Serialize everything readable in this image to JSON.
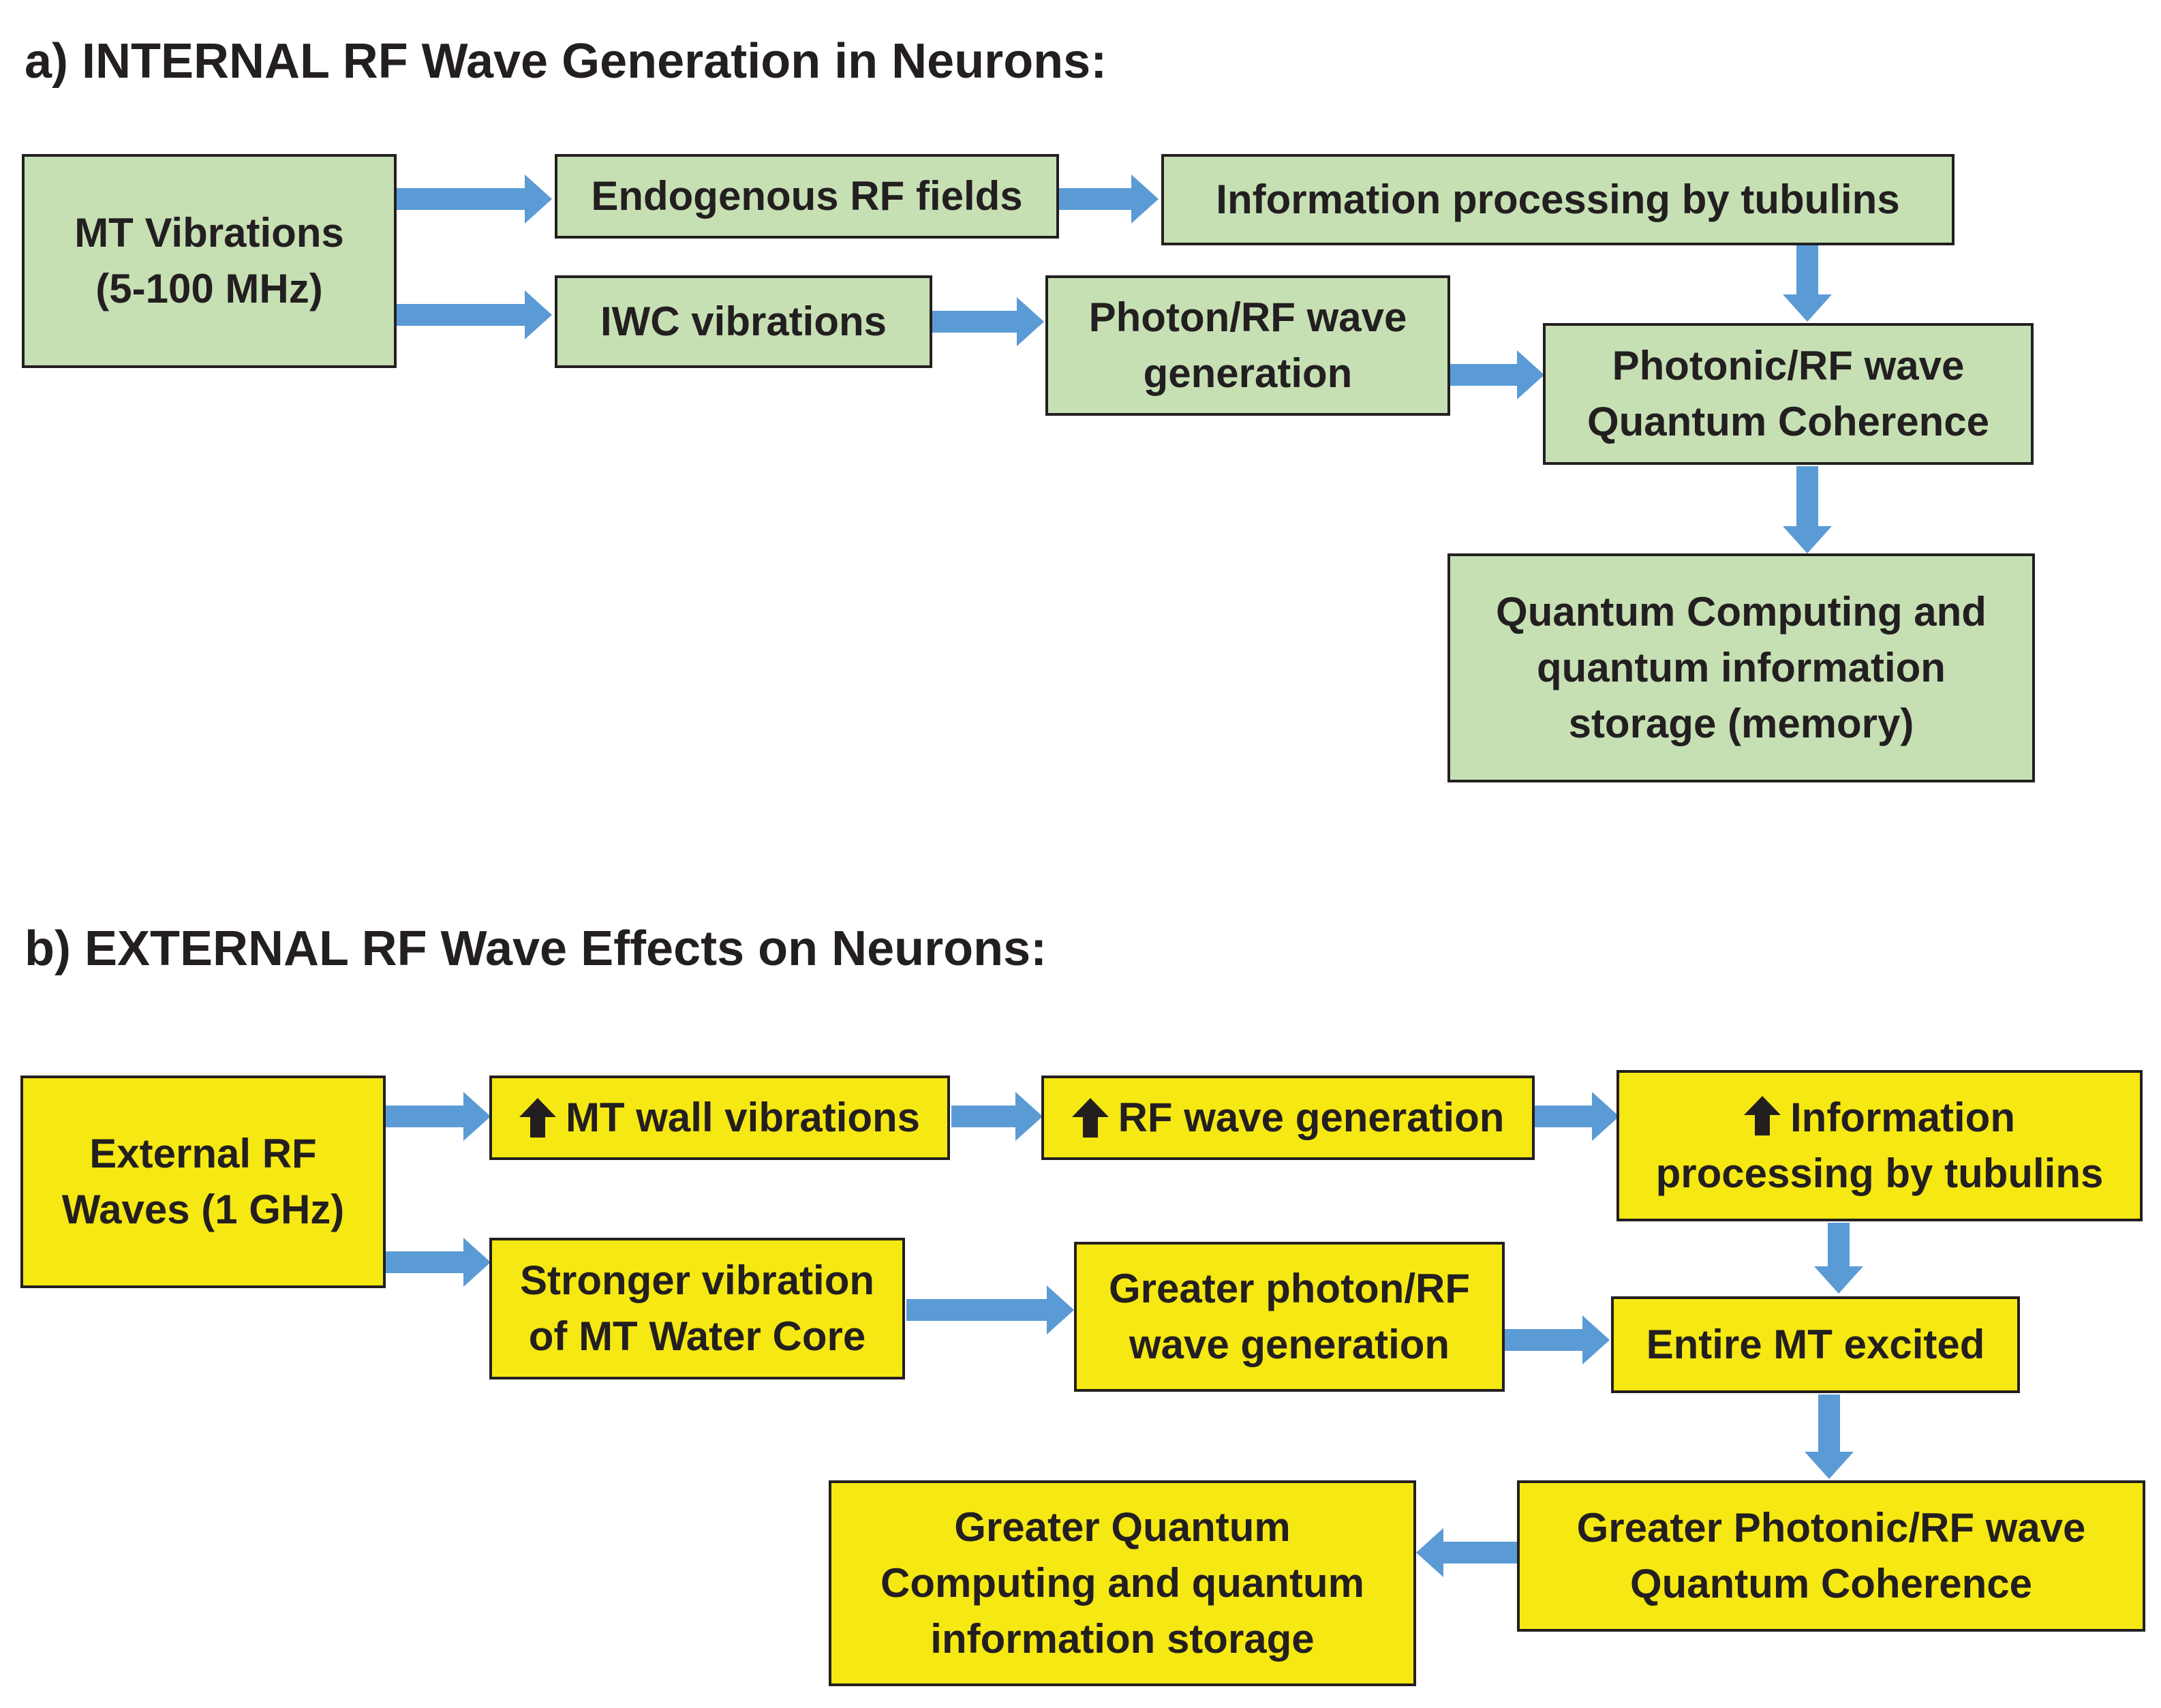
{
  "diagram": {
    "section_a": {
      "heading": "a)  INTERNAL RF Wave Generation in Neurons:",
      "boxes": {
        "mt_vibrations": "MT Vibrations\n(5-100 MHz)",
        "endogenous_rf": "Endogenous RF fields",
        "info_processing": "Information processing by tubulins",
        "iwc_vibrations": "IWC vibrations",
        "photon_rf_generation": "Photon/RF wave\ngeneration",
        "photonic_coherence": "Photonic/RF wave\nQuantum Coherence",
        "quantum_computing": "Quantum Computing and\nquantum information\nstorage (memory)"
      }
    },
    "section_b": {
      "heading": "b)  EXTERNAL RF Wave Effects on Neurons:",
      "boxes": {
        "external_rf": "External RF\nWaves (1 GHz)",
        "mt_wall": "MT wall vibrations",
        "rf_generation": "RF wave generation",
        "info_processing": "Information\nprocessing by tubulins",
        "stronger_vibration": "Stronger vibration\nof MT Water Core",
        "greater_photon": "Greater photon/RF\nwave generation",
        "entire_mt": "Entire MT excited",
        "greater_coherence": "Greater Photonic/RF wave\nQuantum Coherence",
        "greater_computing": "Greater Quantum\nComputing and quantum\ninformation storage"
      }
    },
    "icons": {
      "increase": "up-arrow-icon",
      "connector": "right-arrow-icon"
    },
    "colors": {
      "section_a_fill": "#c6e0b4",
      "section_b_fill": "#f6e812",
      "arrow": "#5b9bd5",
      "border": "#231f20"
    }
  }
}
